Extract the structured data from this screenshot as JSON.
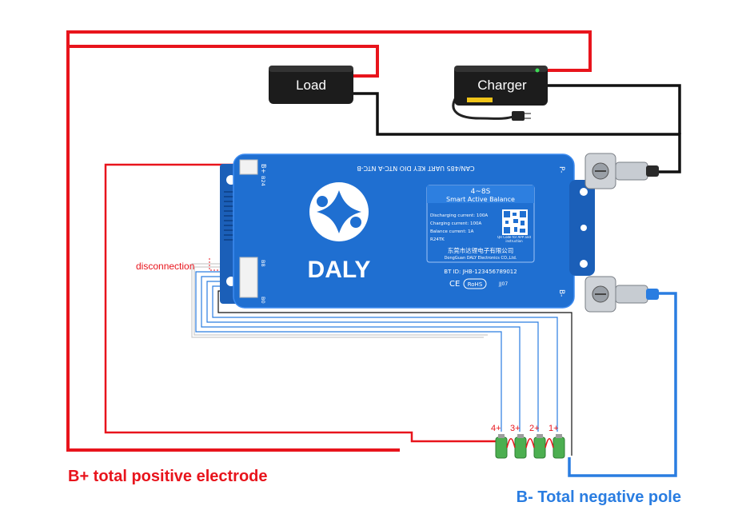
{
  "labels": {
    "load": "Load",
    "charger": "Charger",
    "disconnection": "disconnection",
    "bplus_title": "B+ total positive electrode",
    "bminus_title": "B- Total negative pole"
  },
  "bms": {
    "ports_text": "CAN/485 UART  KEY  DIO  NTC-A  NTC-B",
    "bplus_port": "B+",
    "b24": "B24",
    "b8": "B8",
    "b0": "B0",
    "pminus": "P-",
    "bminus": "B-",
    "brand": "DALY",
    "label_title": "4~8S",
    "label_subtitle": "Smart Active Balance",
    "specs": [
      "Discharging current: 100A",
      "Charging current: 100A",
      "Balance current: 1A",
      "R24TK"
    ],
    "qr_caption": "QR Code for APP and instruction",
    "company_cn": "东莞市达锂电子有限公司",
    "company_en": "DongGuan DALY Electronics CO.,Ltd.",
    "bt_id": "BT ID: JHB-123456789012",
    "ce": "CE",
    "rohs": "RoHS",
    "code": "JJ07"
  },
  "cells": [
    "4+",
    "3+",
    "2+",
    "1+"
  ],
  "colors": {
    "positive": "#e8141c",
    "negative_wire": "#2a7de1",
    "black_wire": "#111111",
    "bms_blue": "#1f6fd1",
    "title_red": "#e8141c",
    "title_blue": "#2a7de1",
    "cell_green": "#4caf50"
  }
}
